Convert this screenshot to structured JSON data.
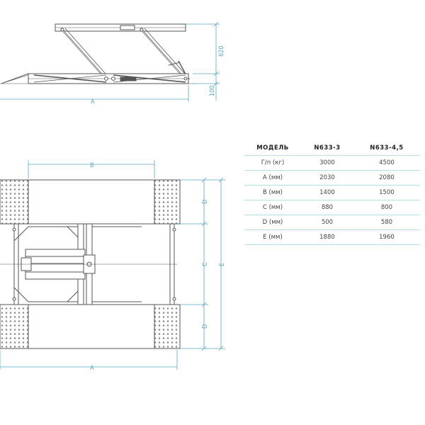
{
  "dimensions": {
    "side_height": "620",
    "side_base": "100",
    "side_length": "A",
    "top_width_b": "B",
    "top_length_a": "A",
    "top_d_upper": "D",
    "top_d_lower": "D",
    "top_c": "C",
    "top_e": "E"
  },
  "table": {
    "headers": [
      "МОДЕЛЬ",
      "N633-3",
      "N633-4,5"
    ],
    "rows": [
      [
        "Г/п (кг)",
        "3000",
        "4500"
      ],
      [
        "A (мм)",
        "2030",
        "2080"
      ],
      [
        "B (мм)",
        "1400",
        "1500"
      ],
      [
        "C (мм)",
        "880",
        "800"
      ],
      [
        "D (мм)",
        "500",
        "580"
      ],
      [
        "E (мм)",
        "1880",
        "1960"
      ]
    ]
  },
  "colors": {
    "line": "#555555",
    "dimension": "#5aa7bb",
    "table_rule": "#b7dde6"
  }
}
